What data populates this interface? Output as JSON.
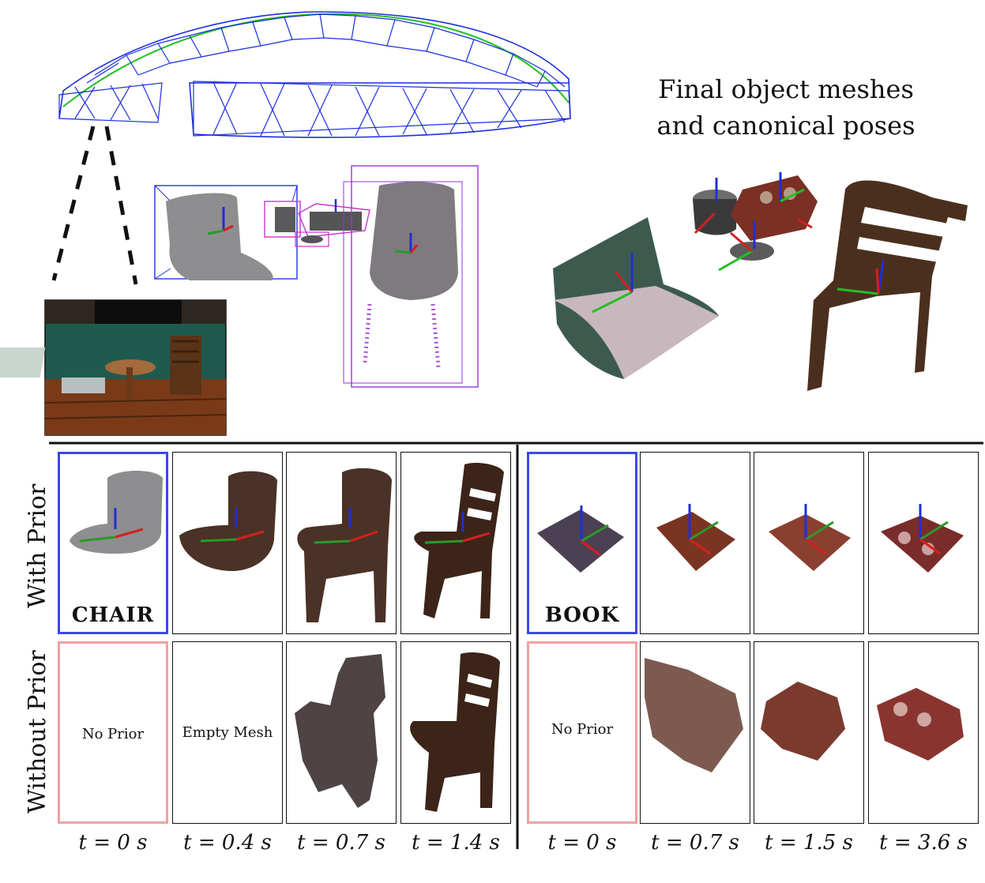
{
  "title": {
    "line1": "Final object meshes",
    "line2": "and canonical poses"
  },
  "rows": {
    "with_prior": "With Prior",
    "without_prior": "Without Prior"
  },
  "chair": {
    "category_label": "CHAIR",
    "no_prior": "No Prior",
    "empty_mesh": "Empty Mesh",
    "times": [
      "t = 0 s",
      "t = 0.4 s",
      "t = 0.7 s",
      "t = 1.4 s"
    ]
  },
  "book": {
    "category_label": "BOOK",
    "no_prior": "No Prior",
    "times": [
      "t = 0 s",
      "t = 0.7 s",
      "t = 1.5 s",
      "t = 3.6 s"
    ]
  },
  "colors": {
    "prior_border": "#3a48e8",
    "no_prior_border": "#f2a0a0",
    "camera_frustum": "#1c2ee0",
    "trajectory": "#22c022",
    "axis_x": "#d41f1f",
    "axis_y": "#2a9a2a",
    "axis_z": "#1f2fd4",
    "bbox_blue": "#2233dd",
    "bbox_magenta": "#cc33cc",
    "bbox_purple": "#9933dd"
  }
}
